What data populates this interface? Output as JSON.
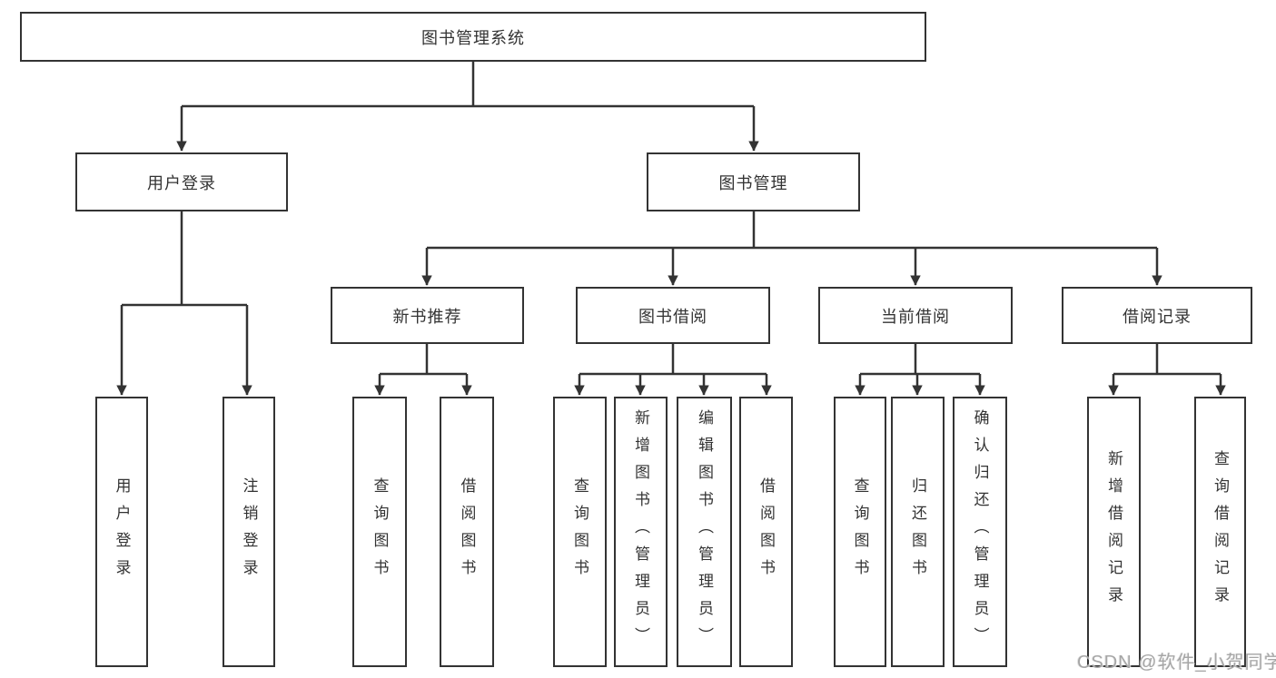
{
  "tree": {
    "root": {
      "label": "图书管理系统"
    },
    "branches": [
      {
        "label": "用户登录",
        "children": [
          {
            "label": "用户登录"
          },
          {
            "label": "注销登录"
          }
        ]
      },
      {
        "label": "图书管理",
        "groups": [
          {
            "label": "新书推荐",
            "children": [
              {
                "label": "查询图书"
              },
              {
                "label": "借阅图书"
              }
            ]
          },
          {
            "label": "图书借阅",
            "children": [
              {
                "label": "查询图书"
              },
              {
                "label": "新增图书（管理员）"
              },
              {
                "label": "编辑图书（管理员）"
              },
              {
                "label": "借阅图书"
              }
            ]
          },
          {
            "label": "当前借阅",
            "children": [
              {
                "label": "查询图书"
              },
              {
                "label": "归还图书"
              },
              {
                "label": "确认归还（管理员）"
              }
            ]
          },
          {
            "label": "借阅记录",
            "children": [
              {
                "label": "新增借阅记录"
              },
              {
                "label": "查询借阅记录"
              }
            ]
          }
        ]
      }
    ]
  },
  "watermark": {
    "text": "CSDN @软件_小贺同学"
  },
  "colors": {
    "line": "#333333",
    "box_border": "#333333",
    "text": "#333333",
    "watermark_text": "#a6a6a6",
    "background": "#ffffff"
  }
}
